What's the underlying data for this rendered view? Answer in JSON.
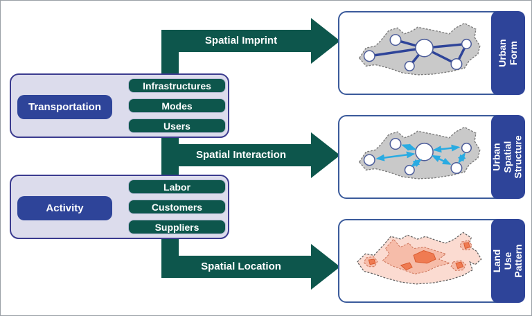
{
  "figure": {
    "groups": [
      {
        "title": "Transportation",
        "items": [
          "Infrastructures",
          "Modes",
          "Users"
        ]
      },
      {
        "title": "Activity",
        "items": [
          "Labor",
          "Customers",
          "Suppliers"
        ]
      }
    ],
    "arrows": [
      {
        "label": "Spatial Imprint"
      },
      {
        "label": "Spatial Interaction"
      },
      {
        "label": "Spatial Location"
      }
    ],
    "panels": [
      {
        "label": "Urban Form",
        "illustration": "node-link-network"
      },
      {
        "label": "Urban Spatial Structure",
        "illustration": "interaction-flows-network"
      },
      {
        "label": "Land Use Pattern",
        "illustration": "land-use-density-contours"
      }
    ],
    "colors": {
      "arrow_teal": "#0d564c",
      "pill_navy": "#2e4499",
      "group_fill": "#dcdcec",
      "group_border": "#3b3b8f",
      "panel_border": "#3a5a9b",
      "blob_gray": "#c9c9c9",
      "link_navy": "#2e4499",
      "flow_cyan": "#29abe2",
      "landuse_light": "#fbdbd1",
      "landuse_mid": "#f6bca9",
      "landuse_core": "#ef7b52"
    }
  }
}
